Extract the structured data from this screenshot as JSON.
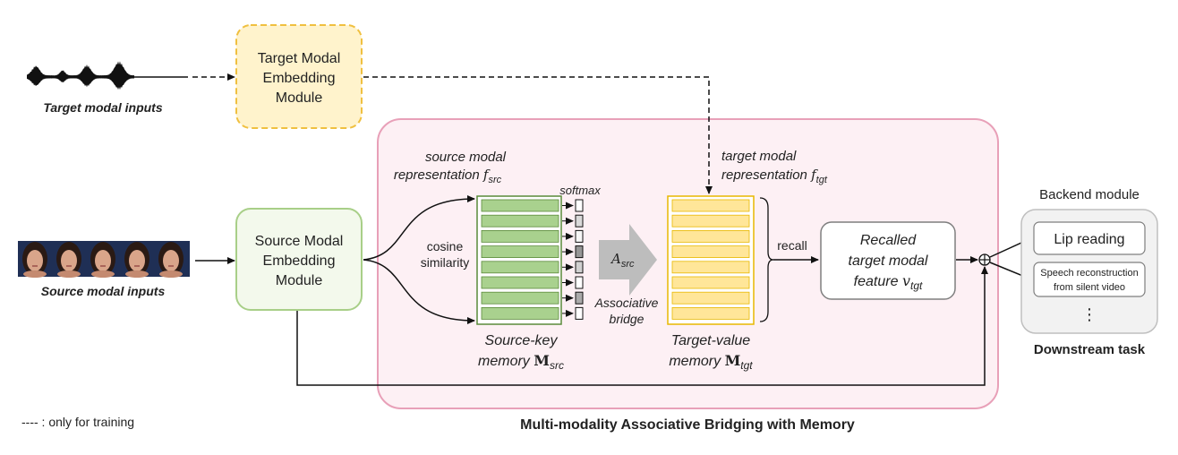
{
  "inputs": {
    "target_label": "Target modal inputs",
    "source_label": "Source modal inputs"
  },
  "modules": {
    "target_embed": [
      "Target Modal",
      "Embedding",
      "Module"
    ],
    "source_embed": [
      "Source Modal",
      "Embedding",
      "Module"
    ]
  },
  "memory": {
    "src_repr": [
      "source modal",
      "representation"
    ],
    "src_repr_sym": "f",
    "src_repr_sub": "src",
    "tgt_repr": [
      "target modal",
      "representation"
    ],
    "tgt_repr_sym": "f",
    "tgt_repr_sub": "tgt",
    "cosine": [
      "cosine",
      "similarity"
    ],
    "softmax": "softmax",
    "bridge_sym": "A",
    "bridge_sub": "src",
    "bridge_label": [
      "Associative",
      "bridge"
    ],
    "src_key_line1": "Source-key",
    "src_key_line2": "memory",
    "src_key_sym": "M",
    "src_key_sub": "src",
    "tgt_val_line1": "Target-value",
    "tgt_val_line2": "memory",
    "tgt_val_sym": "M",
    "tgt_val_sub": "tgt",
    "recall": "recall",
    "recalled": [
      "Recalled",
      "target modal",
      "feature"
    ],
    "recalled_sym": "v",
    "recalled_sub": "tgt",
    "num_slots": 8,
    "softmax_shades": [
      0.0,
      0.2,
      0.05,
      0.55,
      0.25,
      0.0,
      0.45,
      0.0
    ]
  },
  "backend": {
    "title": "Backend module",
    "items": [
      "Lip reading",
      "Speech reconstruction",
      "from silent video"
    ],
    "dots": "⋮",
    "downstream": "Downstream task"
  },
  "footer": {
    "legend": "----  :  only for training",
    "caption": "Multi-modality Associative Bridging with Memory"
  },
  "colors": {
    "pink_fill": "#fdf0f4",
    "pink_border": "#e8a0b8",
    "target_fill": "#fff3cc",
    "target_border": "#f0c040",
    "source_fill": "#f3f9ec",
    "source_border": "#a8cf88",
    "green_slot": "#a9d18e",
    "green_dark": "#5a8a3a",
    "yellow_slot": "#ffe699",
    "yellow_dark": "#e8b800",
    "gray_fill": "#f2f2f2",
    "gray_border": "#bfbfbf",
    "arrow_gray": "#bdbdbd"
  }
}
